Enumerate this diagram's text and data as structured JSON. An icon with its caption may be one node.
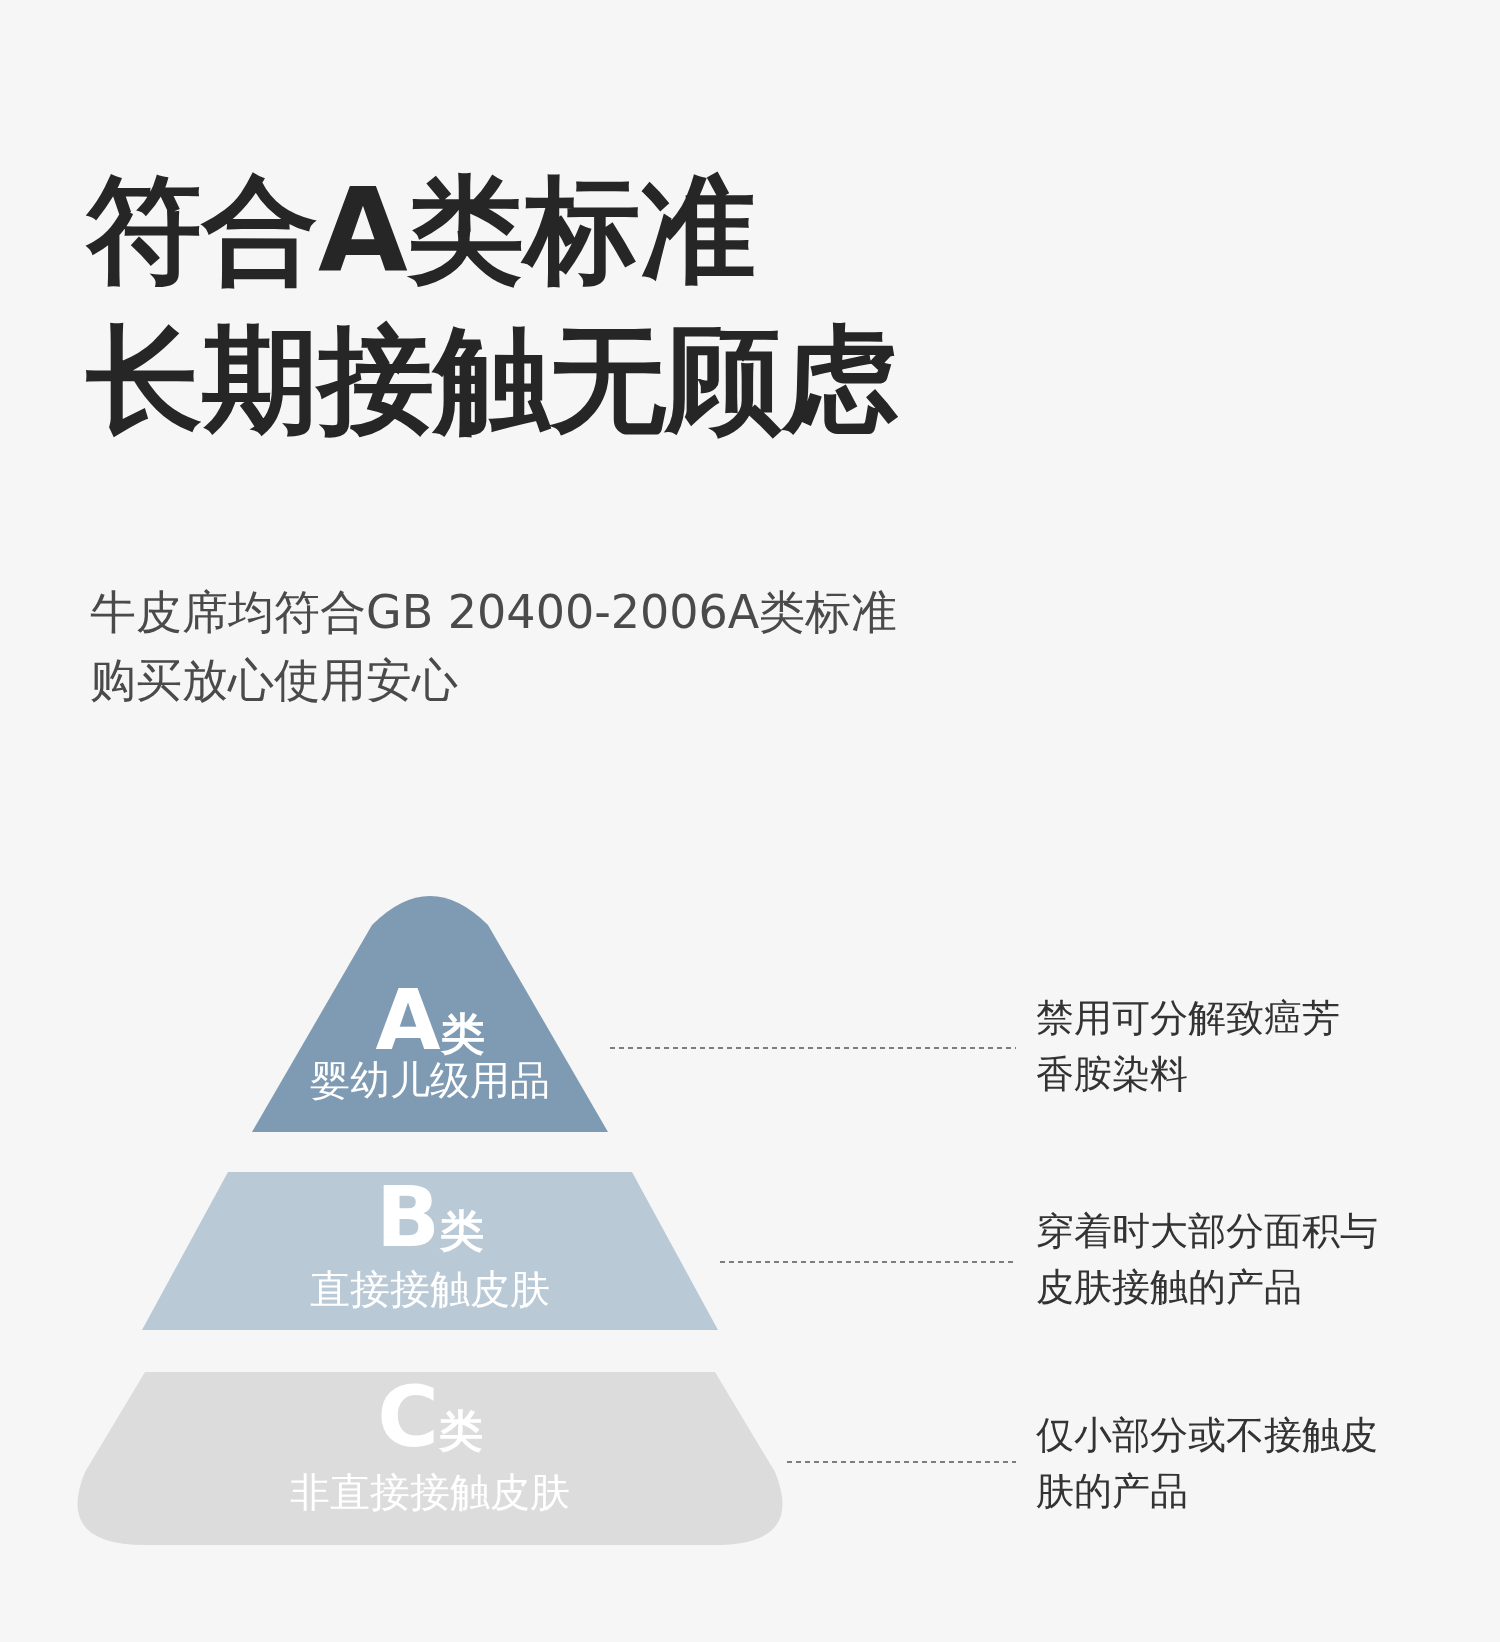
{
  "diagram": {
    "title": "符合A类标准长期接触无顾虑",
    "caption": "牛皮席均符合GB 20400-2006A类标准购买放心使用安心",
    "nodes": [
      {
        "text": [
          "A类",
          "婴幼儿级用品"
        ]
      },
      {
        "text": [
          "B类",
          "直接接触皮肤"
        ]
      },
      {
        "text": [
          "C类",
          "非直接接触皮肤"
        ]
      },
      {
        "text": [
          "禁用可分解致癌芳香胺染料"
        ]
      },
      {
        "text": [
          "穿着时大部分面积与皮肤接触的产品"
        ]
      },
      {
        "text": [
          "仅小部分或不接触皮肤的产品"
        ]
      }
    ],
    "edges": [
      {
        "from": 0,
        "to": 3,
        "arrow": "none",
        "style": "dashed"
      },
      {
        "from": 1,
        "to": 4,
        "arrow": "none",
        "style": "dashed"
      },
      {
        "from": 2,
        "to": 5,
        "arrow": "none",
        "style": "dashed"
      }
    ]
  }
}
